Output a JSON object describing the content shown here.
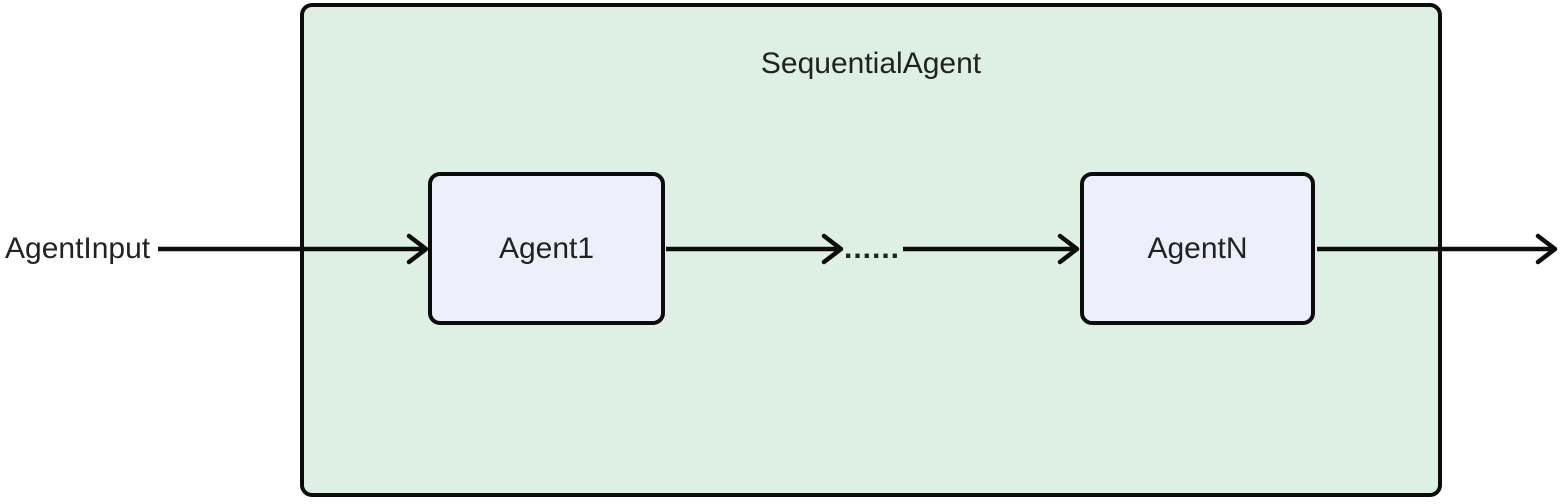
{
  "diagram": {
    "type": "flowchart-left-right",
    "container": {
      "label": "SequentialAgent"
    },
    "input_label": "AgentInput",
    "nodes": [
      {
        "label": "Agent1"
      },
      {
        "label": "AgentN"
      }
    ],
    "ellipsis_label": "......",
    "edges": [
      {
        "from": "AgentInput",
        "to": "Agent1"
      },
      {
        "from": "Agent1",
        "to": "......"
      },
      {
        "from": "......",
        "to": "AgentN"
      },
      {
        "from": "AgentN",
        "to": "output (off-canvas)"
      }
    ]
  },
  "colors": {
    "container-fill": "#def0e4",
    "node-fill": "#edf0fa",
    "stroke": "#0c0c0c",
    "text": "#222222"
  }
}
